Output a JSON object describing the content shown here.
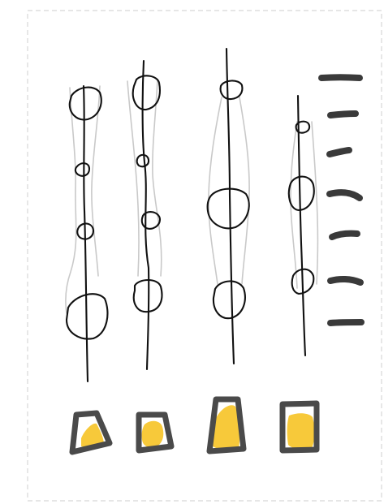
{
  "canvas": {
    "background": "#ffffff",
    "border_color": "#d7d7d7",
    "border_style": "dashed"
  },
  "palette": {
    "ink": "#111111",
    "guide": "#c9c9c9",
    "dash": "#3a3a3a",
    "swatch_fill": "#f7c93a",
    "swatch_frame": "#4a4a4a"
  },
  "sketch": {
    "stem_count": 4,
    "beads_per_stem": [
      4,
      4,
      3,
      3
    ],
    "dash_count": 7,
    "swatch_count": 4
  }
}
